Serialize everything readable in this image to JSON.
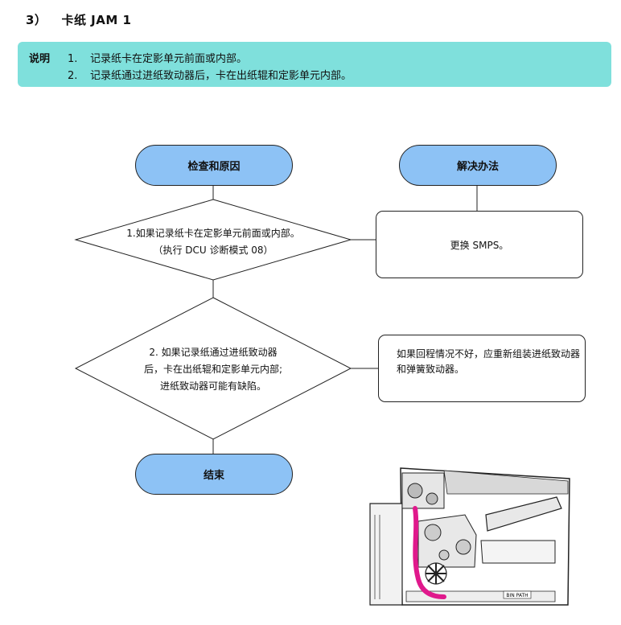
{
  "section": {
    "number": "3）",
    "title": "卡纸 JAM 1"
  },
  "note": {
    "label": "说明",
    "items": [
      {
        "num": "1.",
        "text": "记录纸卡在定影单元前面或内部。"
      },
      {
        "num": "2.",
        "text": "记录纸通过进纸致动器后，卡在出纸辊和定影单元内部。"
      }
    ]
  },
  "flow": {
    "check_header": "检查和原因",
    "solve_header": "解决办法",
    "step1": {
      "line1": "1.如果记录纸卡在定影单元前面或内部。",
      "line2": "（执行 DCU 诊断模式 08）"
    },
    "step2": {
      "line1": "2. 如果记录纸通过进纸致动器",
      "line2": "后，卡在出纸辊和定影单元内部;",
      "line3": "进纸致动器可能有缺陷。"
    },
    "solution1": "更换 SMPS。",
    "solution2": "如果回程情况不好，应重新组装进纸致动器和弹簧致动器。",
    "end": "结束"
  },
  "illustration": {
    "label": "BIN PATH",
    "path_color": "#e0198c"
  }
}
